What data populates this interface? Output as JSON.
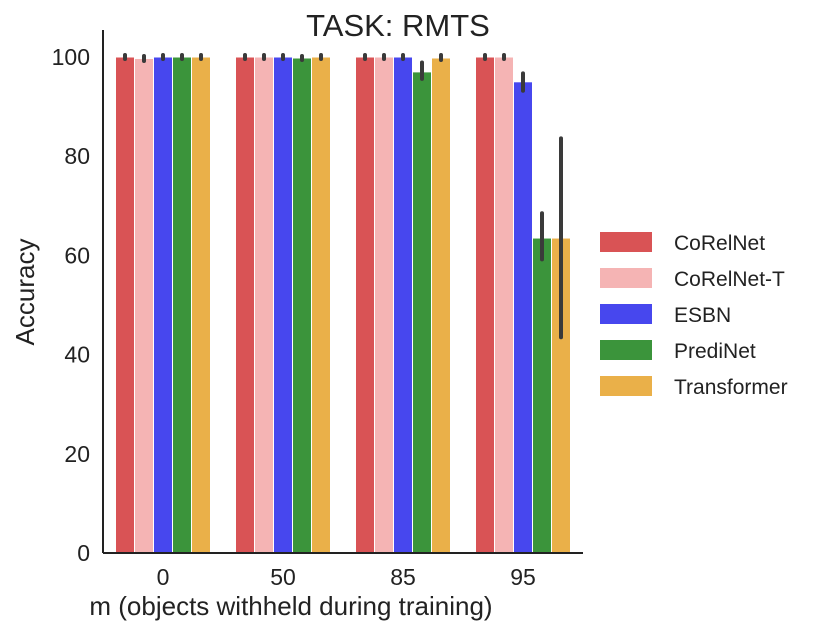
{
  "chart_data": {
    "type": "bar",
    "title": "TASK: RMTS",
    "xlabel": "m (objects withheld during training)",
    "ylabel": "Accuracy",
    "categories": [
      "0",
      "50",
      "85",
      "95"
    ],
    "yticks": [
      "0",
      "20",
      "40",
      "60",
      "80",
      "100"
    ],
    "ylim": [
      0,
      105
    ],
    "grid": false,
    "legend_position": "right",
    "series": [
      {
        "name": "CoRelNet",
        "color": "#d95355",
        "values": [
          100,
          100,
          100,
          100
        ],
        "err_low": [
          99.6,
          99.6,
          99.6,
          99.6
        ],
        "err_high": [
          100.4,
          100.4,
          100.4,
          100.4
        ]
      },
      {
        "name": "CoRelNet-T",
        "color": "#f5b4b4",
        "values": [
          99.7,
          100,
          100,
          100
        ],
        "err_low": [
          99.2,
          99.6,
          99.6,
          99.6
        ],
        "err_high": [
          100.2,
          100.4,
          100.4,
          100.4
        ]
      },
      {
        "name": "ESBN",
        "color": "#4747ee",
        "values": [
          100,
          100,
          100,
          95
        ],
        "err_low": [
          99.6,
          99.6,
          99.6,
          93.2
        ],
        "err_high": [
          100.4,
          100.4,
          100.4,
          96.7
        ]
      },
      {
        "name": "PrediNet",
        "color": "#3b943b",
        "values": [
          100,
          99.8,
          97,
          63.5
        ],
        "err_low": [
          99.6,
          99.4,
          95.6,
          59.2
        ],
        "err_high": [
          100.4,
          100.2,
          98.9,
          68.5
        ]
      },
      {
        "name": "Transformer",
        "color": "#eab049",
        "values": [
          100,
          100,
          99.8,
          63.5
        ],
        "err_low": [
          99.6,
          99.6,
          99.4,
          43.5
        ],
        "err_high": [
          100.4,
          100.4,
          100.4,
          83.6
        ]
      }
    ]
  }
}
